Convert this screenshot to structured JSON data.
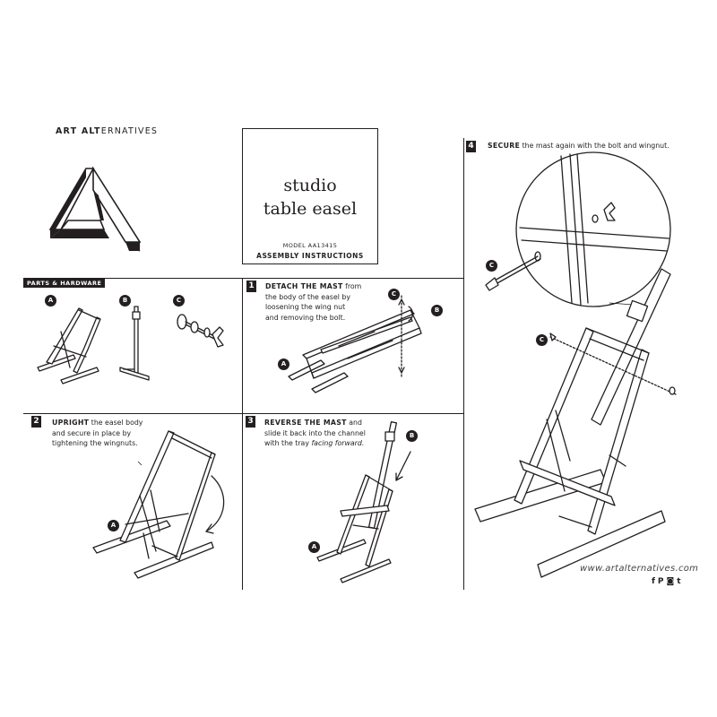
{
  "brand": {
    "strong": "ART ALT",
    "rest": "ERNATIVES"
  },
  "logo": {
    "icon": "impossible-triangle-a-logo",
    "mark": "™"
  },
  "title": {
    "line1": "studio",
    "line2": "table easel",
    "model": "MODEL AA13415",
    "subtitle": "ASSEMBLY INSTRUCTIONS"
  },
  "parts": {
    "header": "PARTS & HARDWARE",
    "items": [
      {
        "badge": "A",
        "icon": "easel-body-icon"
      },
      {
        "badge": "B",
        "icon": "mast-icon"
      },
      {
        "badge": "C",
        "icon": "bolt-wingnut-icon"
      }
    ]
  },
  "steps": [
    {
      "number": "1",
      "lead": "DETACH THE MAST",
      "lines": [
        " from",
        "the body of the easel by",
        "loosening the wing nut",
        "and removing the bolt."
      ],
      "labels": [
        "C",
        "B",
        "A"
      ]
    },
    {
      "number": "2",
      "lead": "UPRIGHT",
      "lines": [
        " the easel body",
        "and secure in place by",
        "tightening the wingnuts."
      ],
      "labels": [
        "A"
      ]
    },
    {
      "number": "3",
      "lead": "REVERSE THE MAST",
      "lines": [
        " and",
        "slide it back into the channel",
        "with the tray "
      ],
      "emph": "facing forward.",
      "labels": [
        "B",
        "A"
      ]
    },
    {
      "number": "4",
      "lead": "SECURE",
      "lines": [
        " the mast again with the bolt and wingnut."
      ],
      "labels": [
        "C",
        "C"
      ]
    }
  ],
  "footer": {
    "url": "www.artalternatives.com",
    "social": [
      "f",
      "P",
      "◙",
      "t"
    ]
  }
}
